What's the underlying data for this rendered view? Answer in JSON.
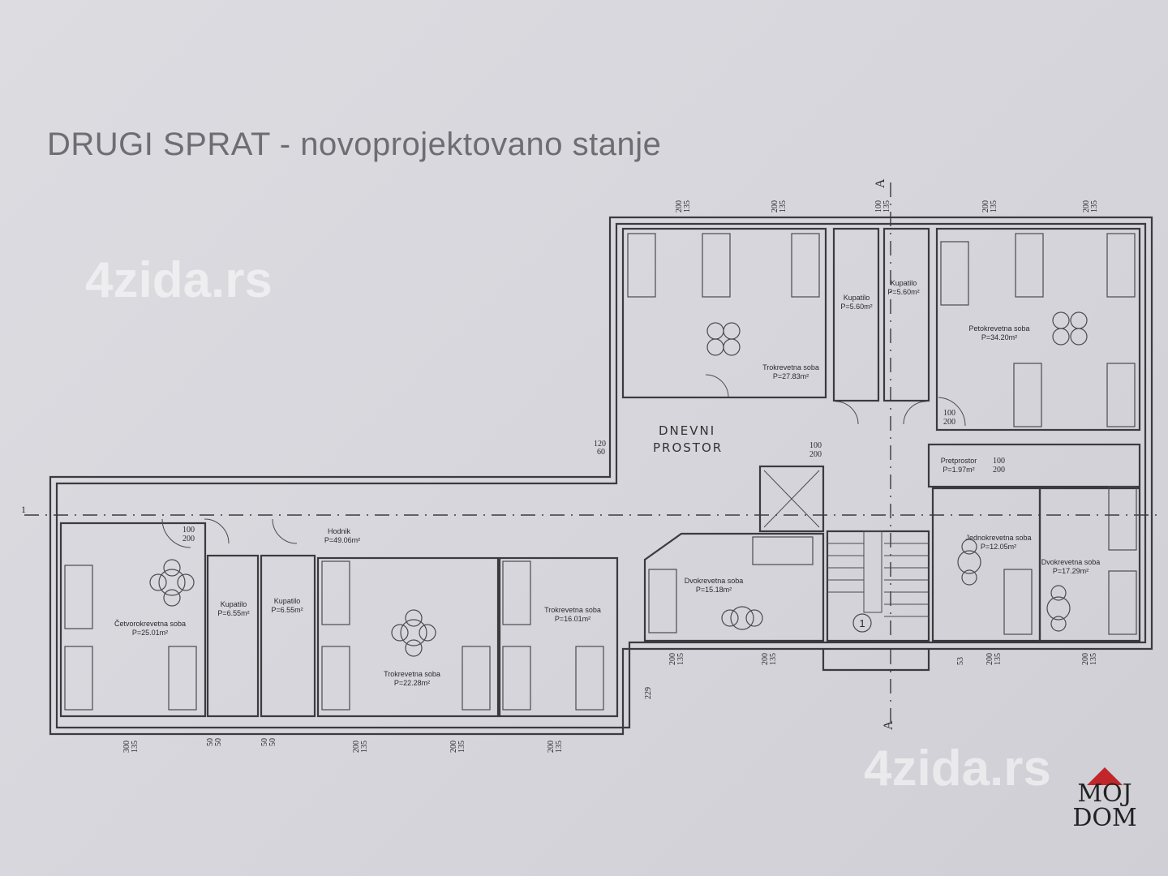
{
  "title": "DRUGI SPRAT - novoprojektovano stanje",
  "watermark": "4zida.rs",
  "logo": {
    "line1": "MOJ",
    "line2": "DOM",
    "roof_color": "#c0262a"
  },
  "handwritten_note": {
    "line1": "DNEVNI",
    "line2": "PROSTOR"
  },
  "rooms": [
    {
      "name": "Trokrevetna soba",
      "area": "P=27.83m²"
    },
    {
      "name": "Kupatilo",
      "area": "P=5.60m²"
    },
    {
      "name": "Kupatilo",
      "area": "P=5.60m²"
    },
    {
      "name": "Petokrevetna soba",
      "area": "P=34.20m²"
    },
    {
      "name": "Pretprostor",
      "area": "P=1.97m²"
    },
    {
      "name": "Hodnik",
      "area": "P=49.06m²"
    },
    {
      "name": "Četvorokrevetna soba",
      "area": "P=25.01m²"
    },
    {
      "name": "Kupatilo",
      "area": "P=6.55m²"
    },
    {
      "name": "Kupatilo",
      "area": "P=6.55m²"
    },
    {
      "name": "Trokrevetna soba",
      "area": "P=22.28m²"
    },
    {
      "name": "Trokrevetna soba",
      "area": "P=16.01m²"
    },
    {
      "name": "Dvokrevetna soba",
      "area": "P=15.18m²"
    },
    {
      "name": "Jednokrevetna soba",
      "area": "P=12.05m²"
    },
    {
      "name": "Dvokrevetna soba",
      "area": "P=17.29m²"
    }
  ],
  "section_marks": {
    "a": "A",
    "one": "1",
    "stair": "1"
  },
  "dimensions": {
    "w200": "200",
    "w135": "135",
    "w100": "100",
    "w300": "300",
    "w50": "50",
    "d100": "100",
    "d200": "200",
    "d120": "120",
    "d60": "60",
    "h229": "229",
    "h53": "53"
  }
}
